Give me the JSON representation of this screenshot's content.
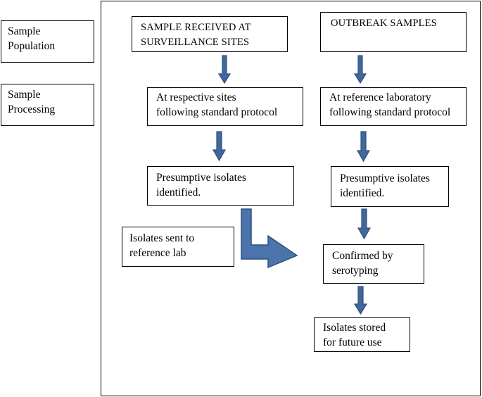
{
  "labels": {
    "sample_population": [
      "Sample",
      "Population"
    ],
    "sample_processing": [
      "Sample",
      "Processing"
    ]
  },
  "left_column": {
    "received": [
      "SAMPLE RECEIVED AT",
      "SURVEILLANCE SITES"
    ],
    "processing": [
      "At respective sites",
      "following standard protocol"
    ],
    "presumptive": [
      "Presumptive isolates",
      "identified."
    ],
    "sent": [
      "Isolates sent to",
      "reference lab"
    ]
  },
  "right_column": {
    "outbreak": [
      "OUTBREAK SAMPLES"
    ],
    "processing": [
      "At reference laboratory",
      "following standard protocol"
    ],
    "presumptive": [
      "Presumptive isolates",
      "identified."
    ],
    "confirmed": [
      "Confirmed by",
      "serotyping"
    ],
    "stored": [
      "Isolates stored",
      "for future use"
    ]
  },
  "colors": {
    "arrow_fill": "#41689b",
    "arrow_outline": "#2f4f7f",
    "bent_arrow_fill": "#4a74ab"
  }
}
